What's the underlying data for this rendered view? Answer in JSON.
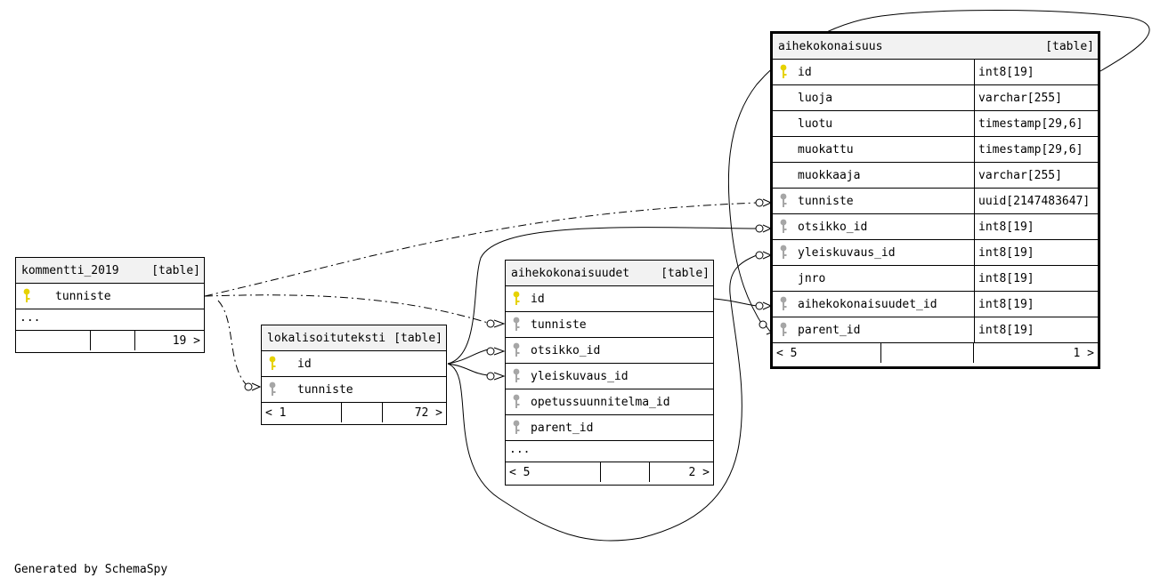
{
  "footer_text": "Generated by SchemaSpy",
  "key_colors": {
    "primary": "#e6d200",
    "foreign": "#a6a6a6"
  },
  "tables": {
    "kommentti": {
      "name": "kommentti_2019",
      "type": "[table]",
      "columns": [
        {
          "name": "tunniste",
          "key": "primary"
        }
      ],
      "ellipsis": "...",
      "children": "",
      "parents": "19 >"
    },
    "lokalisoituteksti": {
      "name": "lokalisoituteksti",
      "type": "[table]",
      "columns": [
        {
          "name": "id",
          "key": "primary"
        },
        {
          "name": "tunniste",
          "key": "foreign"
        }
      ],
      "children": "< 1",
      "parents": "72 >"
    },
    "aihekokonaisuudet": {
      "name": "aihekokonaisuudet",
      "type": "[table]",
      "columns": [
        {
          "name": "id",
          "key": "primary"
        },
        {
          "name": "tunniste",
          "key": "foreign"
        },
        {
          "name": "otsikko_id",
          "key": "foreign"
        },
        {
          "name": "yleiskuvaus_id",
          "key": "foreign"
        },
        {
          "name": "opetussuunnitelma_id",
          "key": "foreign"
        },
        {
          "name": "parent_id",
          "key": "foreign"
        }
      ],
      "ellipsis": "...",
      "children": "< 5",
      "parents": "2 >"
    },
    "aihekokonaisuus": {
      "name": "aihekokonaisuus",
      "type": "[table]",
      "columns": [
        {
          "name": "id",
          "key": "primary",
          "datatype": "int8[19]"
        },
        {
          "name": "luoja",
          "key": "none",
          "datatype": "varchar[255]"
        },
        {
          "name": "luotu",
          "key": "none",
          "datatype": "timestamp[29,6]"
        },
        {
          "name": "muokattu",
          "key": "none",
          "datatype": "timestamp[29,6]"
        },
        {
          "name": "muokkaaja",
          "key": "none",
          "datatype": "varchar[255]"
        },
        {
          "name": "tunniste",
          "key": "foreign",
          "datatype": "uuid[2147483647]"
        },
        {
          "name": "otsikko_id",
          "key": "foreign",
          "datatype": "int8[19]"
        },
        {
          "name": "yleiskuvaus_id",
          "key": "foreign",
          "datatype": "int8[19]"
        },
        {
          "name": "jnro",
          "key": "none",
          "datatype": "int8[19]"
        },
        {
          "name": "aihekokonaisuudet_id",
          "key": "foreign",
          "datatype": "int8[19]"
        },
        {
          "name": "parent_id",
          "key": "foreign",
          "datatype": "int8[19]"
        }
      ],
      "children": "< 5",
      "parents": "1 >"
    }
  }
}
